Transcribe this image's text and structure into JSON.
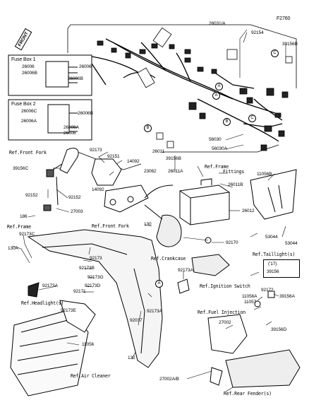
{
  "figure_code": "F2760",
  "front_label": "FRONT",
  "fuse_box_1": {
    "title": "Fuse Box 1",
    "parts": [
      "26006",
      "26006B",
      "26006",
      "26006B"
    ]
  },
  "fuse_box_2": {
    "title": "Fuse Box 2",
    "parts": [
      "26006C",
      "26006A",
      "26006B",
      "26006A",
      "26006"
    ]
  },
  "model_note": {
    "year": "('17)",
    "part": "39156"
  },
  "circles": [
    "A",
    "B",
    "C",
    "A",
    "B",
    "C",
    "A"
  ],
  "parts": {
    "p26031A": "26031/A",
    "p92154": "92154",
    "p39156B_top": "39156B",
    "p56030": "56030",
    "p56030A": "56030A",
    "p26011": "26011",
    "p39156B_mid": "39156B",
    "p26011A": "26011A",
    "p11056B": "11056B",
    "p26011B": "26011B",
    "p26012": "26012",
    "p53044a": "53044",
    "p53044b": "53044",
    "p92170": "92170",
    "p92173_top": "92173",
    "p92151": "92151",
    "p14092a": "14092",
    "p23062": "23062",
    "p14092b": "14092",
    "p39156C": "39156C",
    "p92152a": "92152",
    "p92152b": "92152",
    "p27003": "27003",
    "p186": "186",
    "p92173C": "92173C",
    "p130A": "130A",
    "p130": "130",
    "p92173_mid": "92173",
    "p92173B": "92173B",
    "p92173G": "92173G",
    "p92173D": "92173D",
    "p92171": "92171",
    "p92173A_left": "92173A",
    "p92173E": "92173E",
    "p92173A_center": "92173A",
    "p92173A_low": "92173A",
    "p92037": "92037",
    "p11056": "11056",
    "p132": "132",
    "p92172": "92172",
    "p11056A": "11056A",
    "p11057": "11057",
    "p39156A": "39156A",
    "p27002": "27002",
    "p39156D": "39156D",
    "p27002AB": "27002A/B"
  },
  "refs": {
    "front_fork_1": "Ref.Front Fork",
    "frame_fittings_1": "Ref.Frame",
    "frame_fittings_2": "Fittings",
    "frame": "Ref.Frame",
    "front_fork_2": "Ref.Front Fork",
    "crankcase": "Ref.Crankcase",
    "taillight": "Ref.Taillight(s)",
    "ignition_switch": "Ref.Ignition Switch",
    "headlight": "Ref.Headlight(s)",
    "fuel_injection": "Ref.Fuel Injection",
    "air_cleaner": "Ref.Air Cleaner",
    "rear_fender": "Ref.Rear Fender(s)"
  }
}
